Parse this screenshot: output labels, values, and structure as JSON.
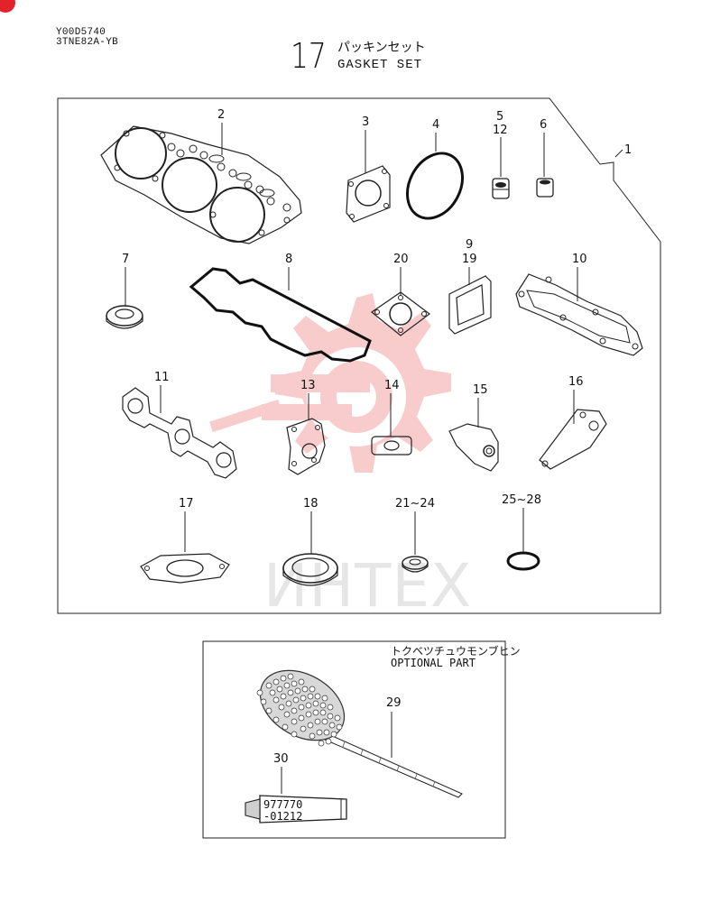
{
  "header": {
    "doc_code_line1": "Y00D5740",
    "doc_code_line2": "3TNE82A-YB",
    "section_number": "17",
    "section_title_jp": "パッキンセット",
    "section_title_en": "GASKET SET"
  },
  "watermark": {
    "text": "ИНТЕХ",
    "color": "#f4a3a3"
  },
  "callouts": {
    "c1": "1",
    "c2": "2",
    "c3": "3",
    "c4": "4",
    "c5": "5",
    "c12": "12",
    "c6": "6",
    "c7": "7",
    "c8": "8",
    "c20": "20",
    "c9": "9",
    "c19": "19",
    "c10": "10",
    "c11": "11",
    "c13": "13",
    "c14": "14",
    "c15": "15",
    "c16": "16",
    "c17": "17",
    "c18": "18",
    "c21_24": "21~24",
    "c25_28": "25~28",
    "c29": "29",
    "c30": "30"
  },
  "optional_box": {
    "title_jp": "トクベツチュウモンブヒン",
    "title_en": "OPTIONAL PART",
    "tube_label_line1": "977770",
    "tube_label_line2": "-01212"
  }
}
